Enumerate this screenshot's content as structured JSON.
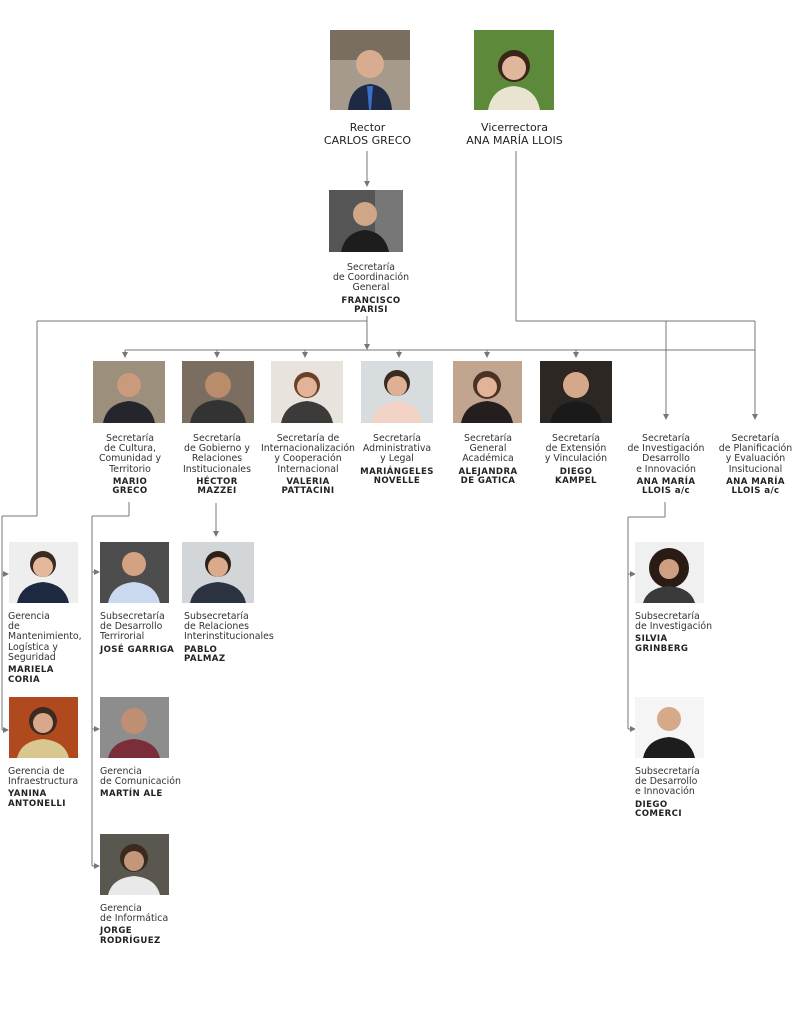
{
  "top": {
    "rector": {
      "role": "Rector",
      "name": "CARLOS GRECO"
    },
    "vicerrectora": {
      "role": "Vicerrectora",
      "name": "ANA MARÍA LLOIS"
    }
  },
  "coordinacion": {
    "role": "Secretaría\nde Coordinación\nGeneral",
    "name": "FRANCISCO\nPARISI"
  },
  "secretarias": [
    {
      "role": "Secretaría\nde Cultura,\nComunidad y\nTerritorio",
      "name": "MARIO\nGRECO"
    },
    {
      "role": "Secretaría\nde Gobierno y\nRelaciones\nInstitucionales",
      "name": "HÉCTOR\nMAZZEI"
    },
    {
      "role": "Secretaría de\nInternacionalización\ny Cooperación\nInternacional",
      "name": "VALERIA\nPATTACINI"
    },
    {
      "role": "Secretaría\nAdministrativa\ny Legal",
      "name": "MARIÁNGELES\nNOVELLE"
    },
    {
      "role": "Secretaría\nGeneral\nAcadémica",
      "name": "ALEJANDRA\nDE GATICA"
    },
    {
      "role": "Secretaría\nde Extensión\ny Vinculación",
      "name": "DIEGO\nKAMPEL"
    },
    {
      "role": "Secretaría\nde Investigación\nDesarrollo\ne Innovación",
      "name": "ANA MARÍA\nLLOIS a/c"
    },
    {
      "role": "Secretaría\nde Planificación\ny Evaluación\nInsitucional",
      "name": "ANA MARÍA\nLLOIS a/c"
    }
  ],
  "gerencias_coord": [
    {
      "role": "Gerencia\nde Mantenimiento,\nLogística y\nSeguridad",
      "name": "MARIELA\nCORIA"
    },
    {
      "role": "Gerencia de\nInfraestructura",
      "name": "YANINA\nANTONELLI"
    }
  ],
  "cultura_dependencias": [
    {
      "role": "Subsecretaría\nde Desarrollo\nTerrirorial",
      "name": "JOSÉ GARRIGA"
    },
    {
      "role": "Gerencia\nde Comunicación",
      "name": "MARTÍN ALE"
    },
    {
      "role": "Gerencia\nde Informática",
      "name": "JORGE\nRODRÍGUEZ"
    }
  ],
  "gobierno_dependencias": [
    {
      "role": "Subsecretaría\nde Relaciones\nInterinstitucionales",
      "name": "PABLO\nPALMAZ"
    }
  ],
  "investigacion_dependencias": [
    {
      "role": "Subsecretaría\nde Investigación",
      "name": "SILVIA\nGRINBERG"
    },
    {
      "role": "Subsecretaría\nde Desarrollo\ne Innovación",
      "name": "DIEGO\nCOMERCI"
    }
  ],
  "colors": {
    "line": "#777777",
    "text": "#222222"
  }
}
